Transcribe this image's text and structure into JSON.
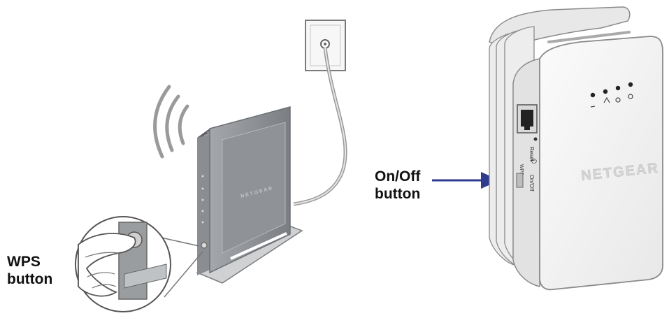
{
  "callouts": {
    "wps": {
      "line1": "WPS",
      "line2": "button"
    },
    "onoff": {
      "line1": "On/Off",
      "line2": "button"
    }
  },
  "devices": {
    "extender": {
      "brand": "NETGEAR",
      "side_labels": {
        "reset": "Reset",
        "wps": "WPS",
        "onoff": "On/Off"
      }
    },
    "router": {
      "brand": "NETGEAR"
    }
  },
  "colors": {
    "arrow": "#2e3b8f",
    "outline": "#555555",
    "router_body": "#8e9195",
    "extender_body": "#f4f4f4"
  },
  "icons": [
    "wifi-waves-icon",
    "wall-socket-icon",
    "led-lights",
    "ethernet-port-icon",
    "power-icon"
  ]
}
